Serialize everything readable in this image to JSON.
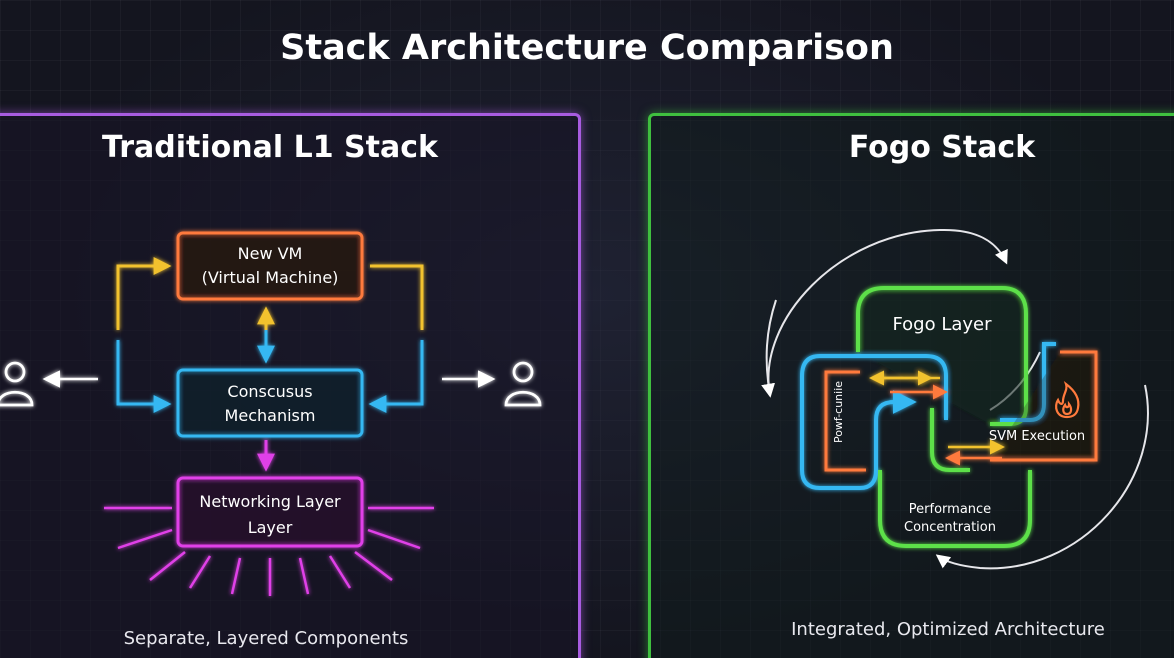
{
  "title": "Stack Architecture Comparison",
  "left_panel": {
    "title": "Traditional L1 Stack",
    "boxes": {
      "vm": {
        "line1": "New VM",
        "line2": "(Virtual Machine)"
      },
      "consensus": {
        "line1": "Conscusus",
        "line2": "Mechanism"
      },
      "networking": {
        "line1": "Networking Layer",
        "line2": "Layer"
      }
    },
    "caption": "Separate, Layered Components"
  },
  "right_panel": {
    "title": "Fogo Stack",
    "labels": {
      "fogo_layer": "Fogo Layer",
      "side_label": "Powf-cuniie",
      "svm": "SVM Execution",
      "perf_line1": "Performance",
      "perf_line2": "Concentration"
    },
    "caption": "Integrated, Optimized Architecture"
  },
  "colors": {
    "left_border": "#a85ce0",
    "right_border": "#3fbf3f",
    "orange": "#ff7a3d",
    "yellow": "#f2c22e",
    "cyan": "#35b8f2",
    "magenta": "#e040e8",
    "green": "#5de04a"
  },
  "icons": [
    "user-icon",
    "user-icon",
    "flame-icon"
  ]
}
